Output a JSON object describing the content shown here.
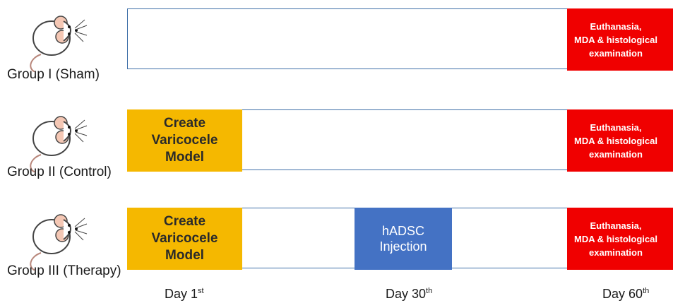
{
  "groups": [
    {
      "label": "Group I (Sham)"
    },
    {
      "label": "Group II (Control)"
    },
    {
      "label": "Group III (Therapy)"
    }
  ],
  "blocks": {
    "create_lines": [
      "Create",
      "Varicocele",
      "Model"
    ],
    "injection_lines": [
      "hADSC",
      "Injection"
    ],
    "end_lines": [
      "Euthanasia,",
      "MDA & histological",
      "examination"
    ]
  },
  "days": [
    {
      "label": "Day 1",
      "sup": "st"
    },
    {
      "label": "Day 30",
      "sup": "th"
    },
    {
      "label": "Day 60",
      "sup": "th"
    }
  ],
  "colors": {
    "create": "#f5b800",
    "injection": "#4472c4",
    "end": "#f00000",
    "track_border": "#3f6fa8"
  },
  "icons": [
    "mouse-icon"
  ]
}
